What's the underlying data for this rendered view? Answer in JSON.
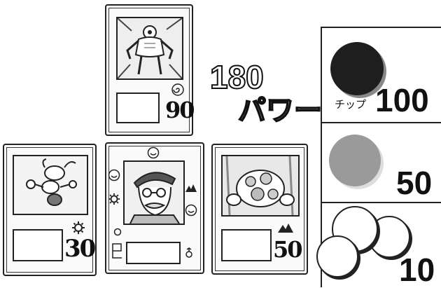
{
  "total": {
    "value": "180",
    "label": "パワー"
  },
  "cards": {
    "top": {
      "power": "90",
      "art": "muscular-giant-monster",
      "icon": "spiral-icon"
    },
    "left": {
      "power": "30",
      "art": "winged-insect-monster",
      "icon": "gear-icon"
    },
    "center": {
      "art": "old-man-with-hat",
      "icons": [
        "smile-icon",
        "gear-icon",
        "mountain-icon",
        "smile-icon",
        "smile-icon",
        "ring-icon",
        "flag-icon"
      ]
    },
    "right": {
      "power": "50",
      "art": "rock-golem-monster",
      "icon": "mountain-icon"
    }
  },
  "chips": {
    "title": "チップ",
    "black": {
      "value": "100",
      "color": "#1e1e1e"
    },
    "gray": {
      "value": "50",
      "color": "#9a9a9a"
    },
    "white": {
      "value": "10",
      "color": "#ffffff"
    }
  }
}
